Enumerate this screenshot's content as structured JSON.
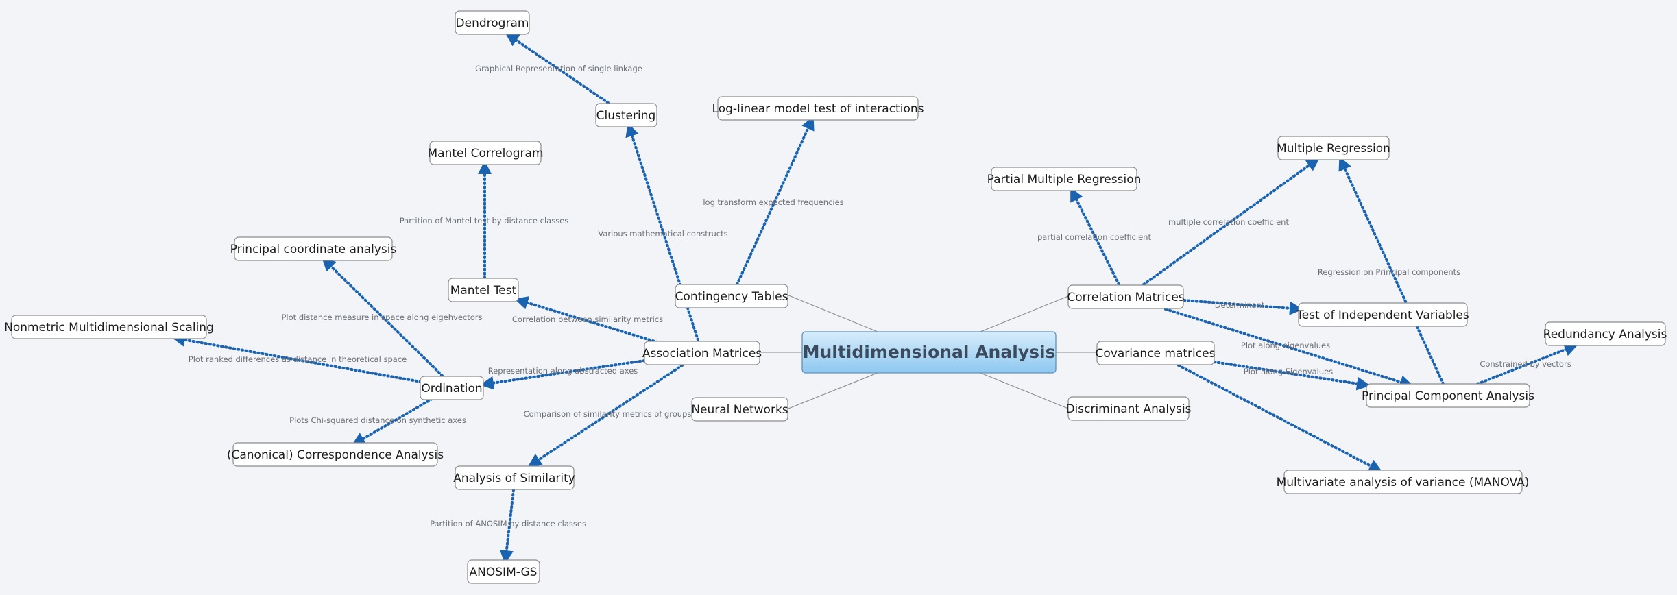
{
  "central": "Multidimensional Analysis",
  "nodes": {
    "contingency": "Contingency Tables",
    "association": "Association Matrices",
    "neural": "Neural Networks",
    "correlation": "Correlation Matrices",
    "covariance": "Covariance matrices",
    "discriminant": "Discriminant Analysis",
    "loglinear": "Log-linear model test of interactions",
    "clustering": "Clustering",
    "dendrogram": "Dendrogram",
    "mantel_test": "Mantel Test",
    "mantel_correlogram": "Mantel Correlogram",
    "ordination": "Ordination",
    "pcoa": "Principal coordinate analysis",
    "nmds": "Nonmetric Multidimensional Scaling",
    "ca": "(Canonical) Correspondence Analysis",
    "anosim": "Analysis of Similarity",
    "anosim_gs": "ANOSIM-GS",
    "partial_mr": "Partial Multiple Regression",
    "multiple_regression": "Multiple Regression",
    "test_indep": "Test of Independent Variables",
    "pca": "Principal Component Analysis",
    "redundancy": "Redundancy Analysis",
    "manova": "Multivariate analysis of variance (MANOVA)"
  },
  "edge_labels": {
    "contingency_loglinear": "log transform expected frequencies",
    "association_clustering": "Various mathematical constructs",
    "clustering_dendrogram": "Graphical Representation of single linkage",
    "association_mantel": "Correlation between similarity metrics",
    "mantel_correlogram": "Partition of Mantel test by distance classes",
    "association_ordination": "Representation along abstracted axes",
    "ordination_pcoa": "Plot distance measure in space along eigehvectors",
    "ordination_nmds": "Plot ranked differences as distance in theoretical space",
    "ordination_ca": "Plots Chi-squared distance on synthetic axes",
    "association_anosim": "Comparison of similarity metrics of groups",
    "anosim_gs": "Partition of ANOSIM by distance classes",
    "correlation_partial": "partial correlation coefficient",
    "correlation_multiple": "multiple correlation coefficient",
    "correlation_testindep": "Determinant",
    "correlation_pca": "Plot along eigenvalues",
    "covariance_pca": "Plot along Eigenvalues",
    "pca_multiple": "Regression on Principal components",
    "pca_redundancy": "Constrained by vectors"
  },
  "colors": {
    "background": "#f2f4f8",
    "arrow": "#1a63b0",
    "central_fill_top": "#d6ecfb",
    "central_fill_bottom": "#8ec8f0",
    "node_border": "#8c8c8c"
  }
}
